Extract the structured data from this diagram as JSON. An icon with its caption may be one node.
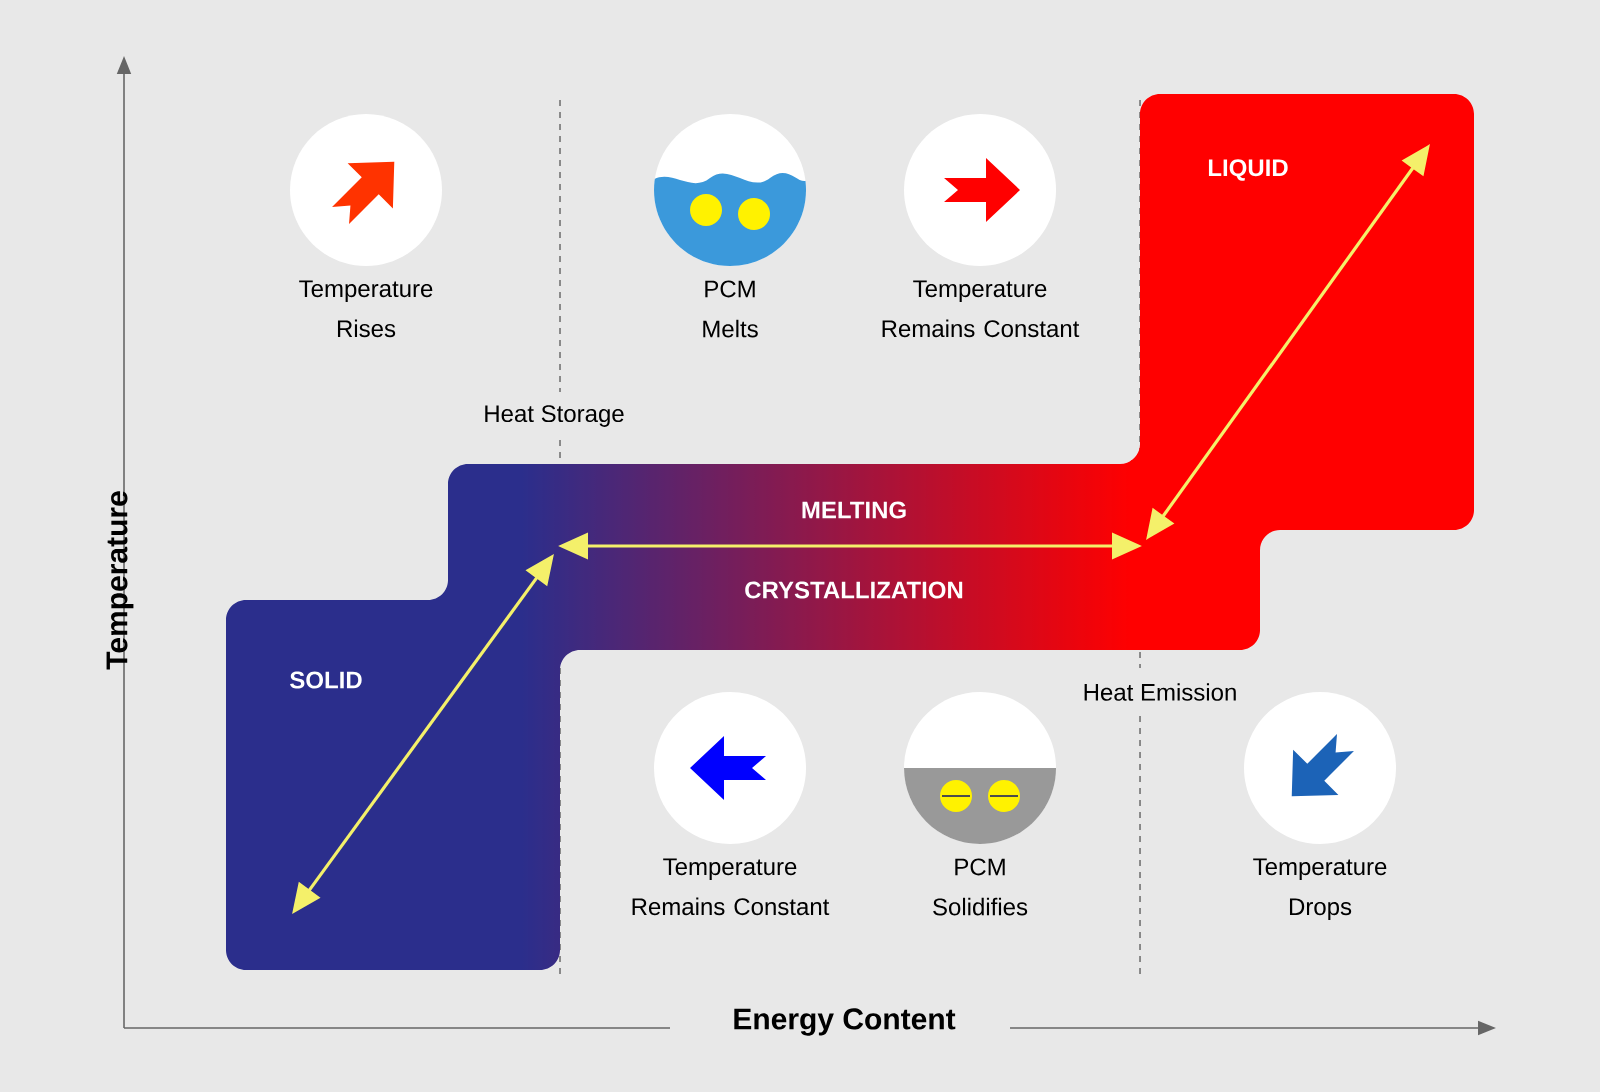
{
  "diagram": {
    "nodes": [
      {
        "text": [
          "Temperature Rises"
        ]
      },
      {
        "text": [
          "PCM Melts"
        ]
      },
      {
        "text": [
          "Temperature Remains Constant"
        ]
      },
      {
        "text": [
          "Temperature Remains Constant"
        ]
      },
      {
        "text": [
          "PCM Solidifies"
        ]
      },
      {
        "text": [
          "Temperature Drops"
        ]
      }
    ],
    "labels": [
      "LIQUID",
      "Heat Storage",
      "MELTING",
      "CRYSTALLIZATION",
      "SOLID",
      "Heat Emission",
      "Temperature",
      "Energy Content"
    ]
  }
}
